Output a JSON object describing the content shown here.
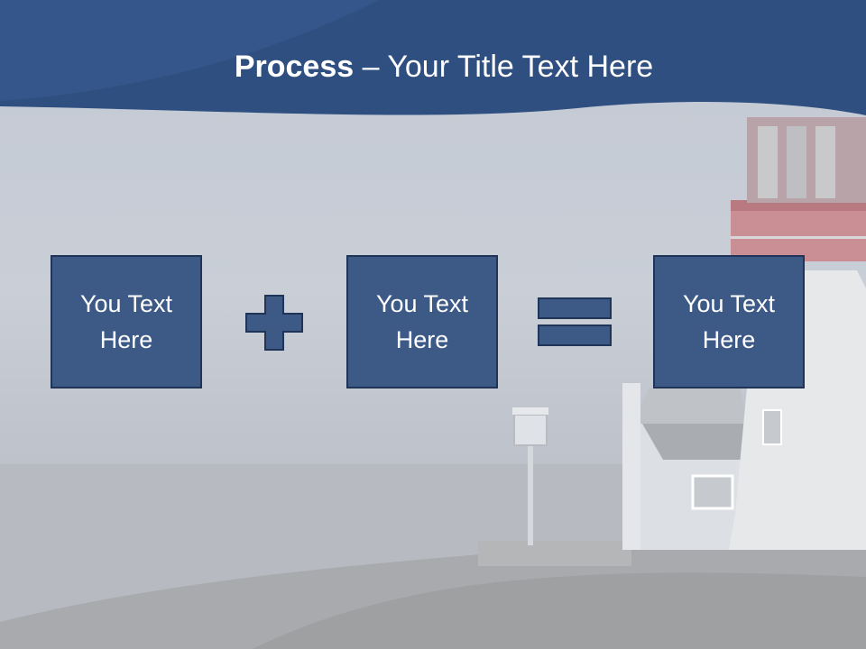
{
  "title": {
    "bold": "Process",
    "rest": " – Your Title Text Here"
  },
  "process": {
    "boxes": [
      {
        "text": "You Text Here"
      },
      {
        "text": "You Text Here"
      },
      {
        "text": "You Text Here"
      }
    ],
    "operators": [
      "plus-icon",
      "equals-icon"
    ]
  },
  "colors": {
    "header_blue": "#2f4f80",
    "box_fill": "#3d5a87",
    "box_border": "#1f3456",
    "background": "#c6cbd4"
  }
}
